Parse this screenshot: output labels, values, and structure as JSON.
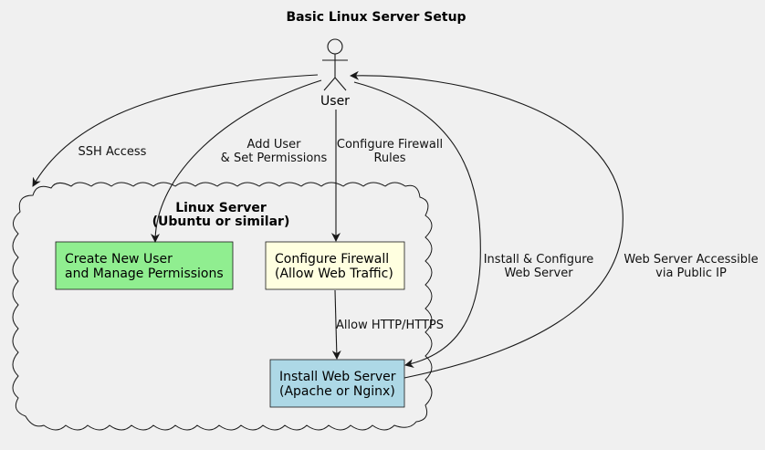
{
  "title": "Basic Linux Server Setup",
  "actor": {
    "label": "User"
  },
  "cloud": {
    "line1": "Linux Server",
    "line2": "(Ubuntu or similar)"
  },
  "nodes": {
    "create_user": {
      "line1": "Create New User",
      "line2": "and Manage Permissions",
      "color": "#90ee90"
    },
    "firewall": {
      "line1": "Configure Firewall",
      "line2": "(Allow Web Traffic)",
      "color": "#ffffe0"
    },
    "web_server": {
      "line1": "Install Web Server",
      "line2": "(Apache or Nginx)",
      "color": "#add8e6"
    }
  },
  "edges": {
    "ssh": {
      "line1": "SSH Access"
    },
    "add_user": {
      "line1": "Add User",
      "line2": "& Set Permissions"
    },
    "configure_fw": {
      "line1": "Configure Firewall",
      "line2": "Rules"
    },
    "allow_http": {
      "line1": "Allow HTTP/HTTPS"
    },
    "install_web": {
      "line1": "Install & Configure",
      "line2": "Web Server"
    },
    "accessible": {
      "line1": "Web Server Accessible",
      "line2": "via Public IP"
    }
  }
}
